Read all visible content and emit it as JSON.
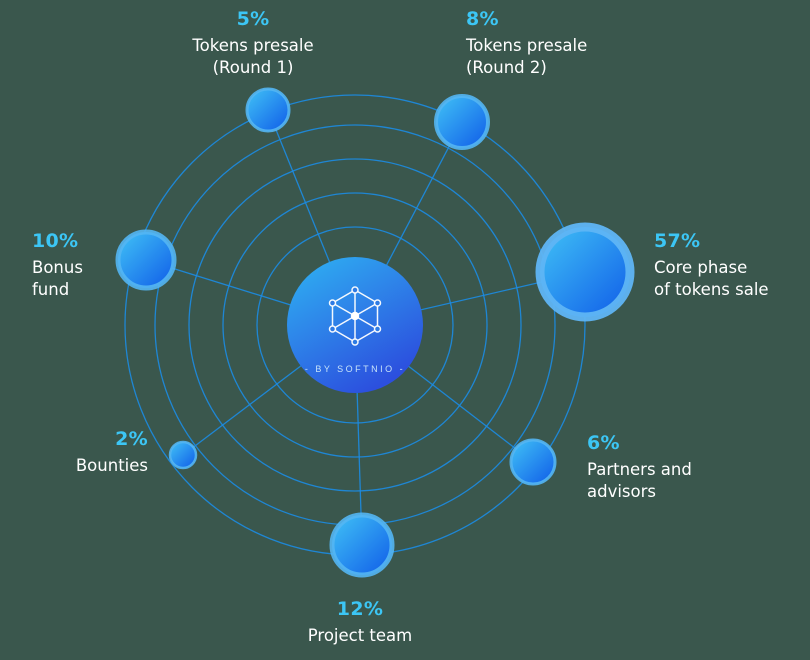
{
  "palette": {
    "background": "#3A574D",
    "accent_cyan": "#3CC6F5",
    "ring_blue": "#1C8CE3",
    "node_gradient": [
      "#41C3F6",
      "#0F5BE8"
    ],
    "center_gradient": [
      "#2FB5F3",
      "#2C4FDE"
    ],
    "text": "#FFFFFF"
  },
  "center": {
    "brand": "- BY SOFTNIO -",
    "icon": "hex-network-icon"
  },
  "nodes": [
    {
      "id": "presale-round-1",
      "pct": "5%",
      "line1": "Tokens presale",
      "line2": "(Round 1)"
    },
    {
      "id": "presale-round-2",
      "pct": "8%",
      "line1": "Tokens presale",
      "line2": "(Round 2)"
    },
    {
      "id": "core-phase",
      "pct": "57%",
      "line1": "Core phase",
      "line2": "of tokens sale"
    },
    {
      "id": "partners",
      "pct": "6%",
      "line1": "Partners and",
      "line2": "advisors"
    },
    {
      "id": "project-team",
      "pct": "12%",
      "line1": "Project team"
    },
    {
      "id": "bounties",
      "pct": "2%",
      "line1": "Bounties"
    },
    {
      "id": "bonus-fund",
      "pct": "10%",
      "line1": "Bonus",
      "line2": "fund"
    }
  ],
  "chart_data": {
    "type": "pie",
    "layout_hint": "radial bubble network; bubble size proportional to value; concentric orbit rings around central brand hub; spokes from hub to each bubble",
    "categories": [
      "Tokens presale (Round 1)",
      "Tokens presale (Round 2)",
      "Core phase of tokens sale",
      "Partners and advisors",
      "Project team",
      "Bounties",
      "Bonus fund"
    ],
    "values": [
      5,
      8,
      57,
      6,
      12,
      2,
      10
    ],
    "unit": "%",
    "legend_position": "around-nodes"
  }
}
